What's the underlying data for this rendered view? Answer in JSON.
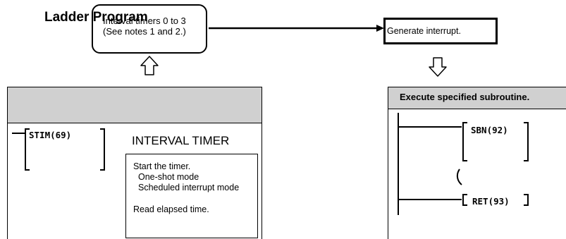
{
  "timers_box": {
    "line1": "Interval timers 0 to 3",
    "line2": "(See notes 1 and 2.)"
  },
  "interrupt_box": {
    "label": "Generate interrupt."
  },
  "ladder": {
    "title": "Ladder Program",
    "instruction": "STIM(69)",
    "section_title": "INTERVAL TIMER",
    "description": {
      "start": "Start the timer.",
      "one_shot": "One-shot mode",
      "scheduled": "Scheduled interrupt mode",
      "read": "Read elapsed time."
    }
  },
  "subroutine": {
    "title": "Execute specified subroutine.",
    "sbn": "SBN(92)",
    "ret": "RET(93)"
  },
  "colors": {
    "header_fill": "#d0d0d0",
    "line": "#000000"
  }
}
